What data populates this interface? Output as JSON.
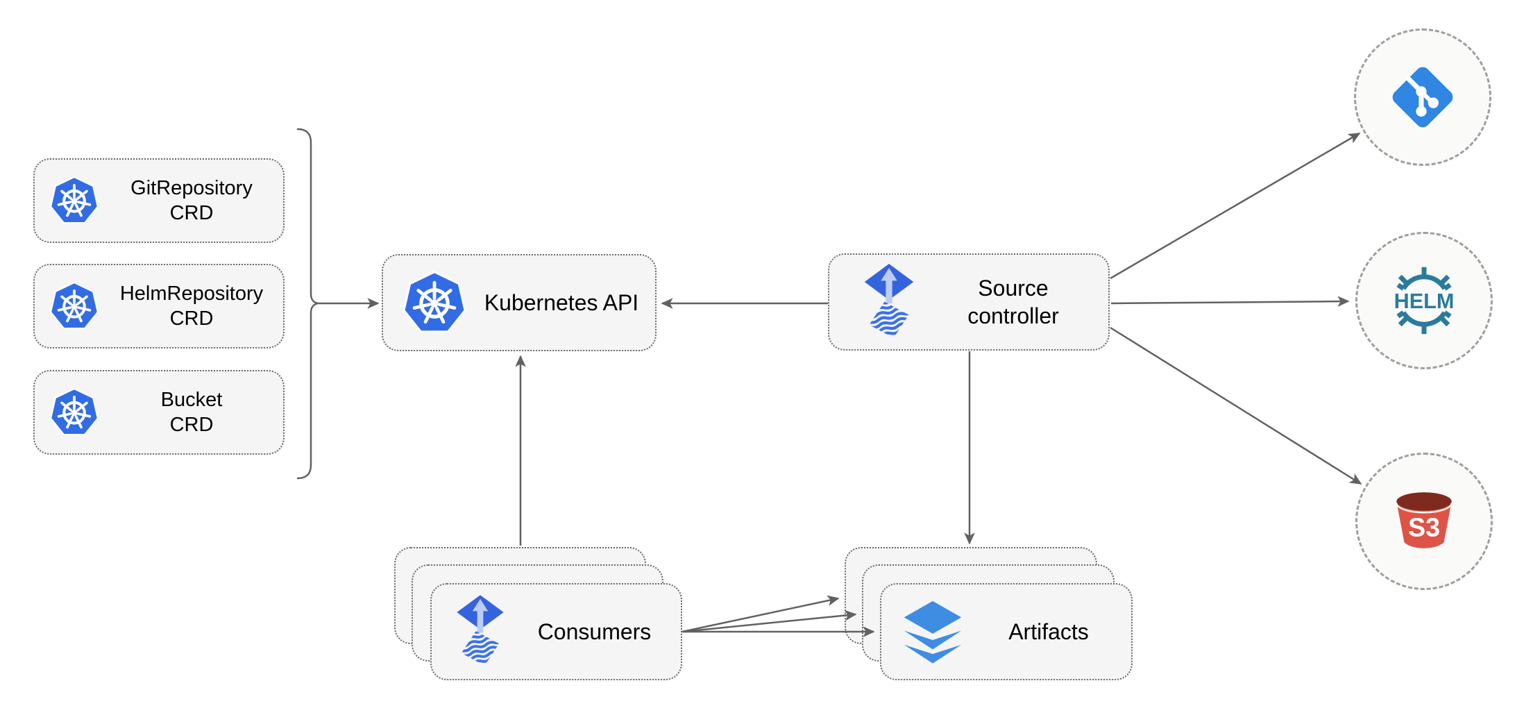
{
  "nodes": {
    "crds": [
      {
        "line1": "GitRepository",
        "line2": "CRD"
      },
      {
        "line1": "HelmRepository",
        "line2": "CRD"
      },
      {
        "line1": "Bucket",
        "line2": "CRD"
      }
    ],
    "kubernetes_api": {
      "label": "Kubernetes API"
    },
    "source_controller": {
      "line1": "Source",
      "line2": "controller"
    },
    "consumers": {
      "label": "Consumers"
    },
    "artifacts": {
      "label": "Artifacts"
    }
  },
  "external_targets": {
    "git": {
      "name": "git-repository"
    },
    "helm": {
      "name": "helm-repository",
      "label": "HELM"
    },
    "s3": {
      "name": "s3-bucket",
      "label": "S3"
    }
  },
  "connections": [
    {
      "from": "crd-group-brace",
      "to": "kubernetes-api"
    },
    {
      "from": "source-controller",
      "to": "kubernetes-api"
    },
    {
      "from": "consumers",
      "to": "kubernetes-api"
    },
    {
      "from": "source-controller",
      "to": "git"
    },
    {
      "from": "source-controller",
      "to": "helm"
    },
    {
      "from": "source-controller",
      "to": "s3"
    },
    {
      "from": "source-controller",
      "to": "artifacts"
    },
    {
      "from": "consumers",
      "to": "artifacts",
      "count": 3
    }
  ],
  "colors": {
    "kubernetes_blue": "#326CE5",
    "flux_blue": "#3463DE",
    "flux_arrow_light": "#BCCDF4",
    "flux_wave_blue": "#3B72E8",
    "git_blue": "#2F86E3",
    "helm_teal": "#2A7B9B",
    "s3_red": "#DF5347",
    "s3_dark": "#7E2A1E",
    "layers_blue": "#3E8DE3",
    "arrow_gray": "#616161",
    "node_fill": "#F5F5F5",
    "circle_fill": "#FAFAF8"
  }
}
